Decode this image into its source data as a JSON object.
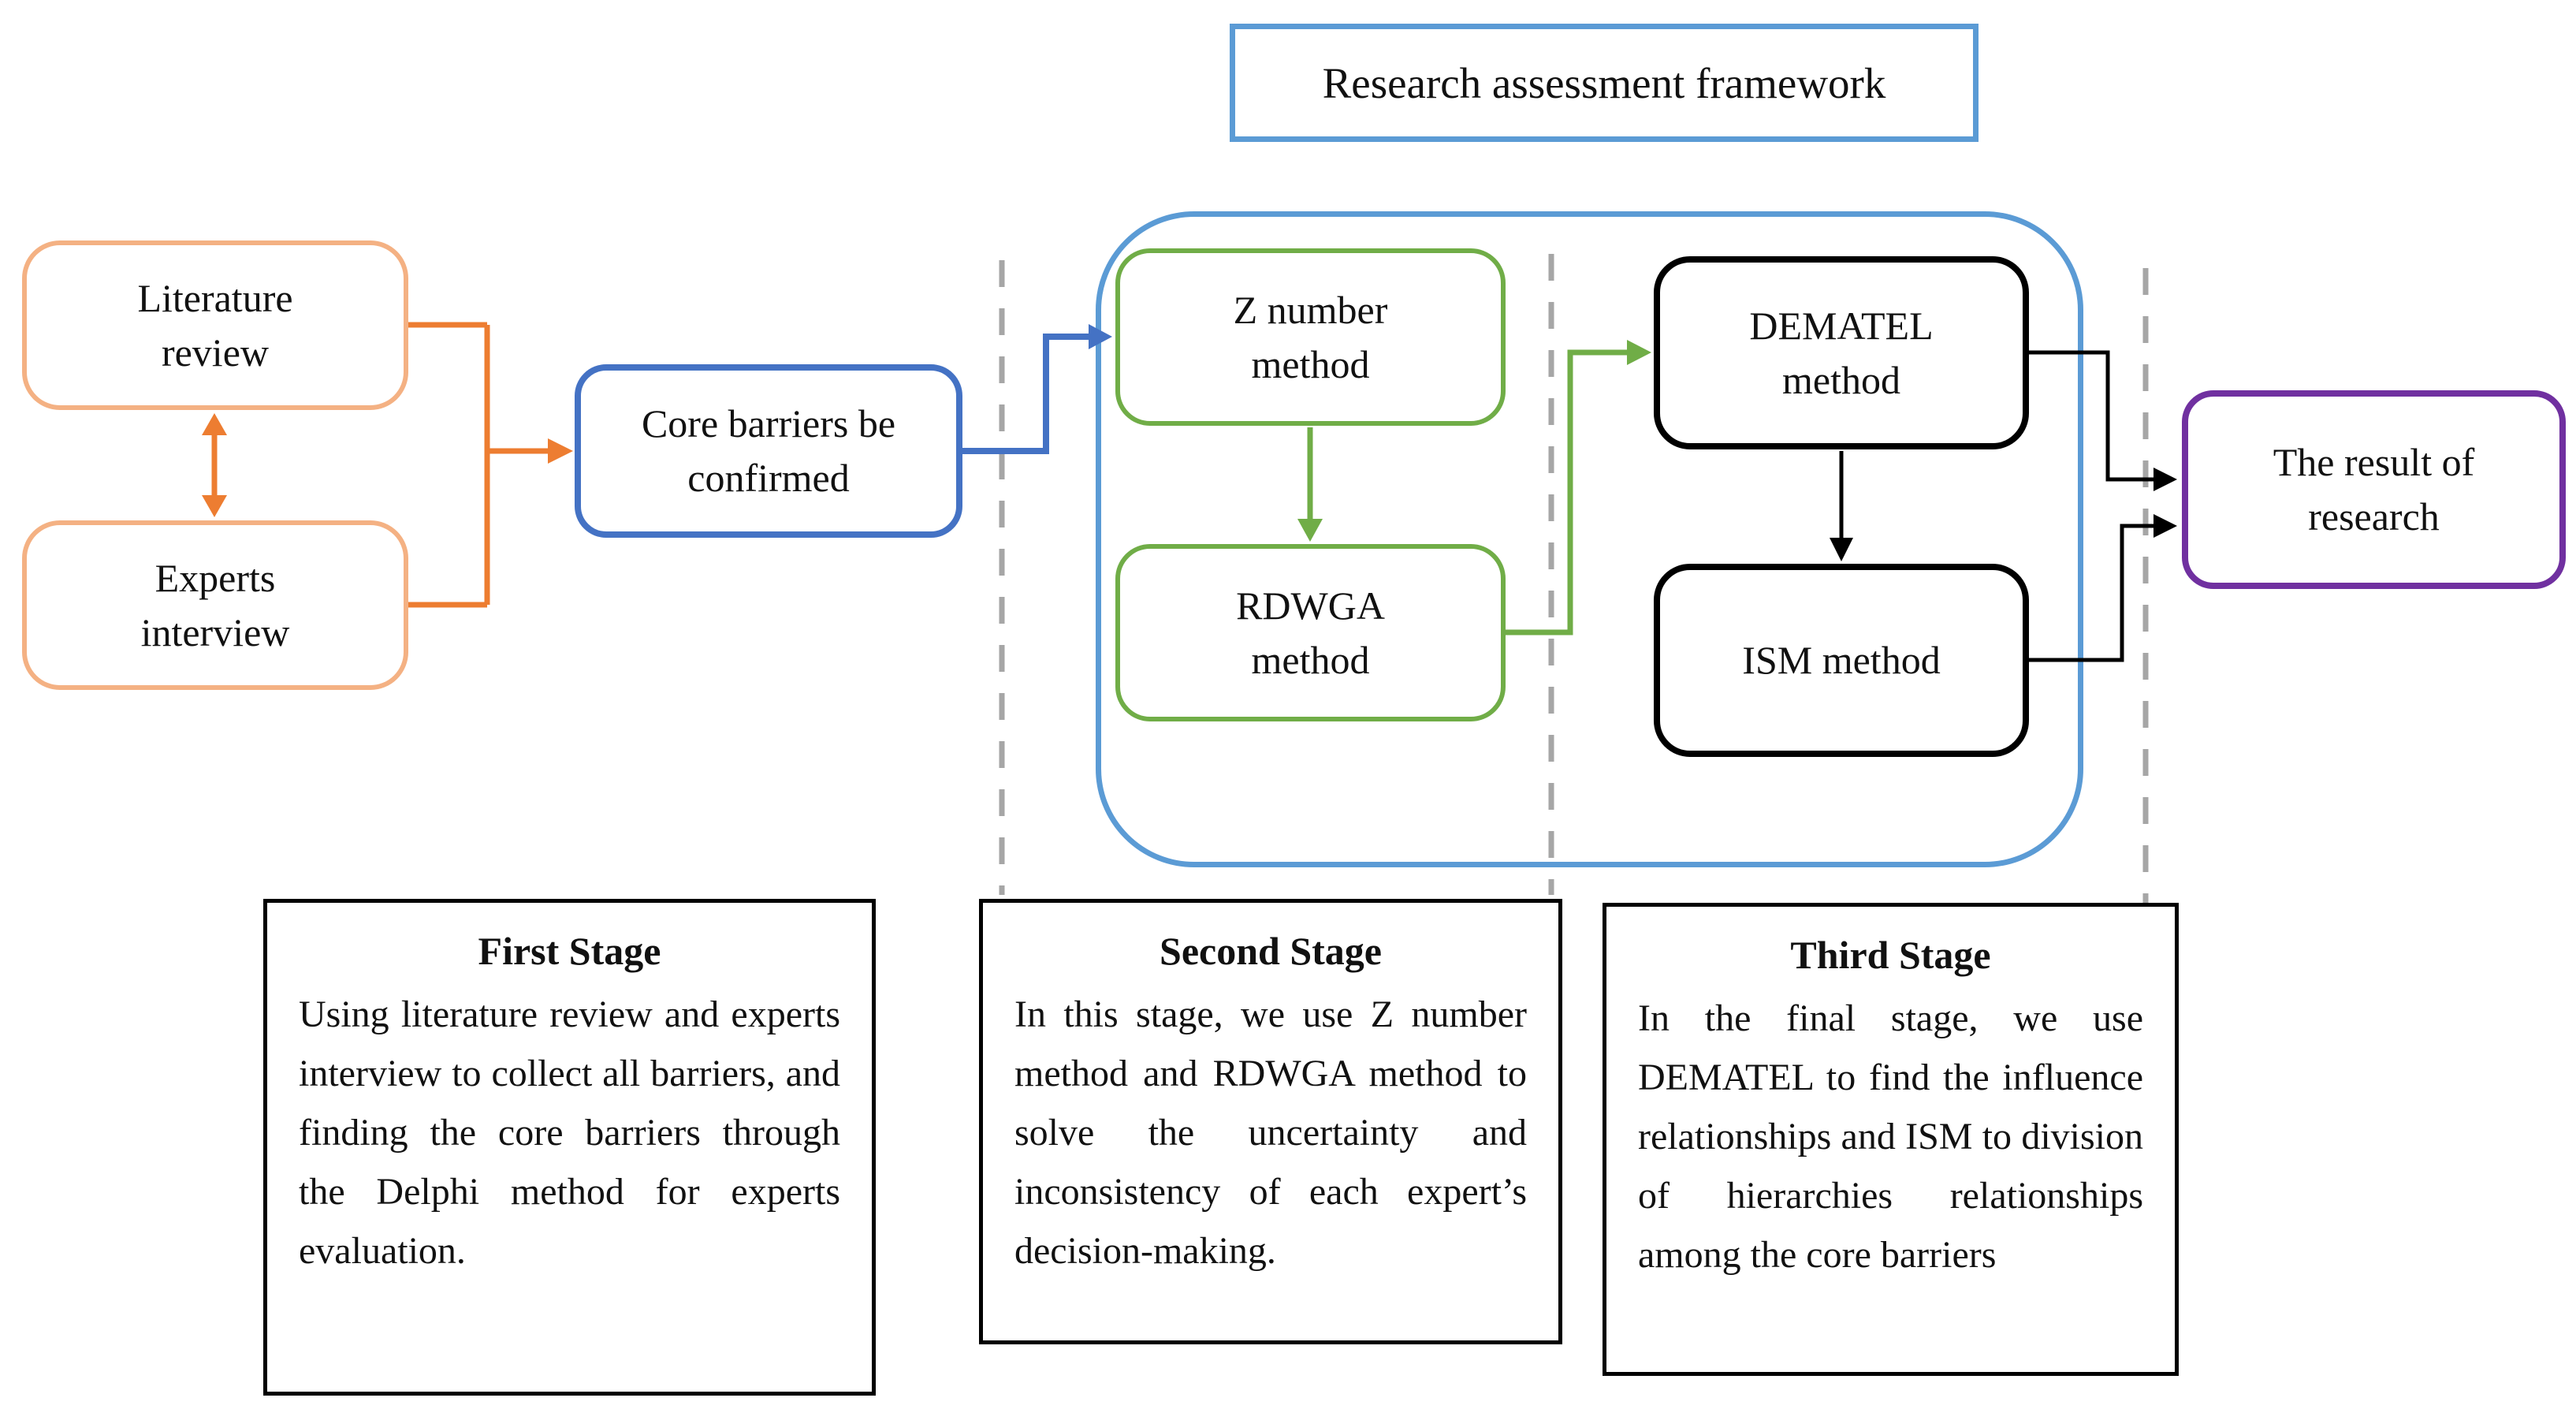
{
  "header": {
    "framework_label": "Research assessment framework"
  },
  "nodes": {
    "literature": {
      "lines": [
        "Literature",
        "review"
      ]
    },
    "experts": {
      "lines": [
        "Experts",
        "interview"
      ]
    },
    "core_barriers": {
      "lines": [
        "Core barriers be",
        "confirmed"
      ]
    },
    "z_number": {
      "lines": [
        "Z number",
        "method"
      ]
    },
    "rdwga": {
      "lines": [
        "RDWGA",
        "method"
      ]
    },
    "dematel": {
      "lines": [
        "DEMATEL",
        "method"
      ]
    },
    "ism": {
      "lines": [
        "ISM method"
      ]
    },
    "result": {
      "lines": [
        "The result of",
        "research"
      ]
    }
  },
  "stages": [
    {
      "title": "First Stage",
      "body": "Using literature review and experts interview to collect all barriers, and finding the core barriers through the Delphi method for experts evaluation."
    },
    {
      "title": "Second Stage",
      "body": "In this stage, we use Z number method and RDWGA method to solve the uncertainty and inconsistency of each expert’s decision-making."
    },
    {
      "title": "Third Stage",
      "body": "In the final stage, we use DEMATEL to find the influence relationships and ISM to division of hierarchies relationships among the core barriers"
    }
  ],
  "colors": {
    "orange_box_border": "#F4B183",
    "orange_connector": "#ED7D31",
    "blue_node_and_connector": "#4472C4",
    "light_blue_frame": "#5B9BD5",
    "green": "#70AD47",
    "black": "#000000",
    "purple": "#7030A0",
    "dashed_divider_gray": "#A6A6A6",
    "background": "#FFFFFF",
    "text": "#111111"
  }
}
